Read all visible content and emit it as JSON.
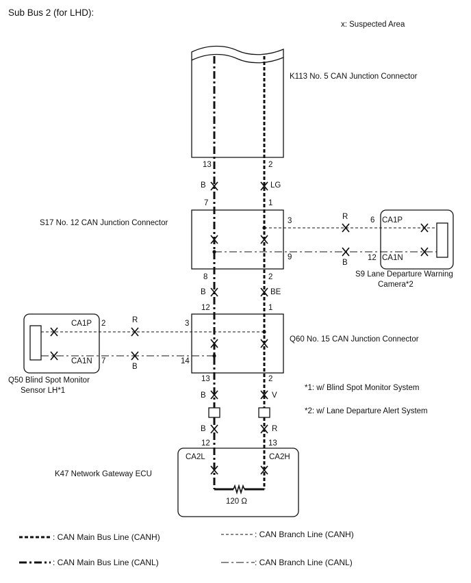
{
  "title": "Sub Bus 2 (for LHD):",
  "suspected_note": "x: Suspected Area",
  "connectors": {
    "k113": {
      "label": "K113  No. 5 CAN Junction Connector",
      "pin_l": "13",
      "pin_r": "2"
    },
    "s17": {
      "label": "S17  No. 12 CAN Junction Connector",
      "pin_top_l": "7",
      "pin_top_r": "1",
      "pin_bot_l": "8",
      "pin_bot_r": "2",
      "pin_br_h": "3",
      "pin_br_l": "9"
    },
    "s9": {
      "label_line1": "S9  Lane Departure Warning",
      "label_line2": "Camera*2",
      "pin_h_num": "6",
      "pin_h_name": "CA1P",
      "pin_l_num": "12",
      "pin_l_name": "CA1N"
    },
    "q60": {
      "label": "Q60  No. 15 CAN Junction Connector",
      "pin_top_l": "12",
      "pin_top_r": "1",
      "pin_bot_l": "13",
      "pin_bot_r": "2",
      "pin_br_h": "3",
      "pin_br_l": "14"
    },
    "q50": {
      "label_line1": "Q50  Blind Spot Monitor",
      "label_line2": "Sensor LH*1",
      "pin_h_name": "CA1P",
      "pin_h_num": "2",
      "pin_l_name": "CA1N",
      "pin_l_num": "7"
    },
    "k47": {
      "label": "K47  Network Gateway ECU",
      "pin_l_num": "12",
      "pin_r_num": "13",
      "pin_l_name": "CA2L",
      "pin_r_name": "CA2H",
      "resistor": "120 Ω"
    }
  },
  "wire_colors": {
    "w1_l": "B",
    "w1_r": "LG",
    "w2_l": "B",
    "w2_r": "BE",
    "w3_l": "B",
    "w3_r": "V",
    "w4_l": "B",
    "w4_r": "R",
    "s9_h": "R",
    "s9_l": "B",
    "q50_h": "R",
    "q50_l": "B"
  },
  "notes": {
    "n1": "*1: w/ Blind Spot Monitor System",
    "n2": "*2: w/ Lane Departure Alert System"
  },
  "legend": {
    "main_h": ": CAN Main Bus Line (CANH)",
    "main_l": ": CAN Main Bus Line (CANL)",
    "branch_h": ": CAN Branch Line (CANH)",
    "branch_l": ": CAN Branch Line (CANL)"
  }
}
